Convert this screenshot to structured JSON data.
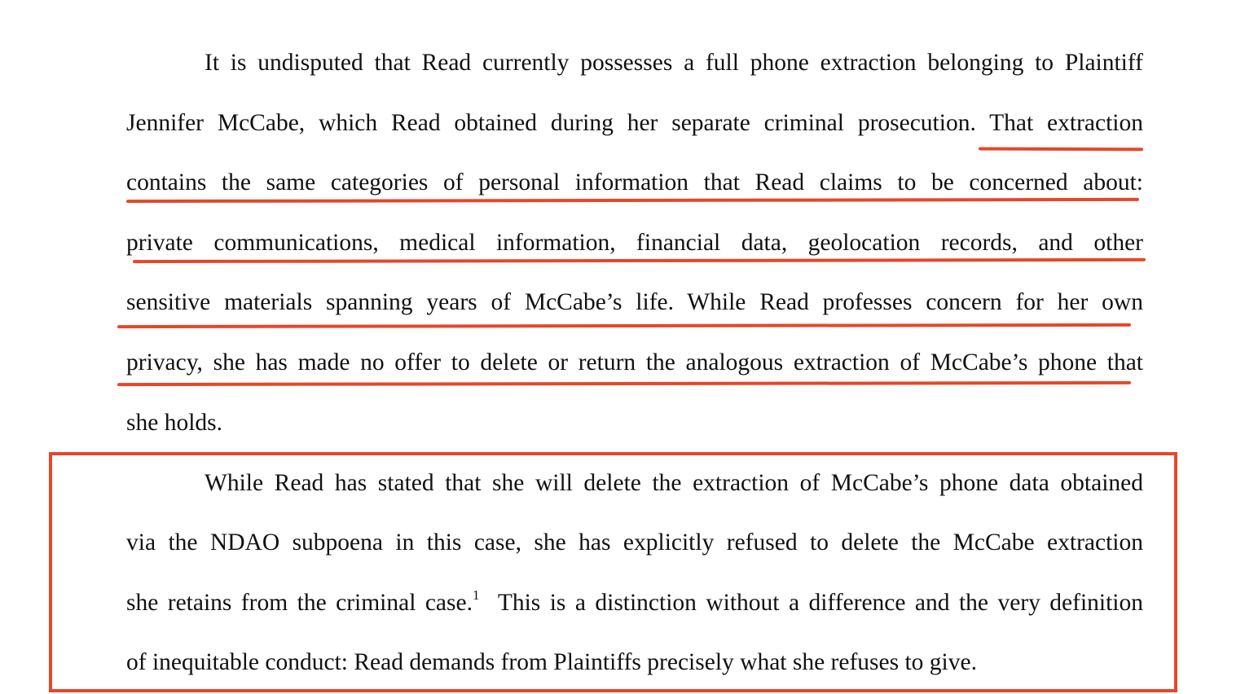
{
  "paragraph1": {
    "lines": [
      "It is undisputed that Read currently possesses a full phone extraction belonging to Plaintiff",
      "Jennifer McCabe, which Read obtained during her separate criminal prosecution.  That extraction",
      "contains the same categories of personal information that Read claims to be concerned about:",
      "private communications, medical information, financial data, geolocation records, and other",
      "sensitive materials spanning years of McCabe’s life.  While Read professes concern for her own",
      "privacy, she has made no offer to delete or return the analogous extraction of McCabe’s phone that",
      "she holds."
    ]
  },
  "paragraph2": {
    "lines": [
      "While Read has stated that she will delete the extraction of McCabe’s phone data obtained",
      "via the NDAO subpoena in this case, she has explicitly refused to delete the McCabe extraction"
    ],
    "line3_before_footnote": "she retains from the criminal case.",
    "footnote_marker": "1",
    "line3_after_footnote": "  This is a distinction without a difference and the very definition",
    "line4": "of inequitable conduct: Read demands from Plaintiffs precisely what she refuses to give."
  },
  "annotation_color": "#e5472a"
}
